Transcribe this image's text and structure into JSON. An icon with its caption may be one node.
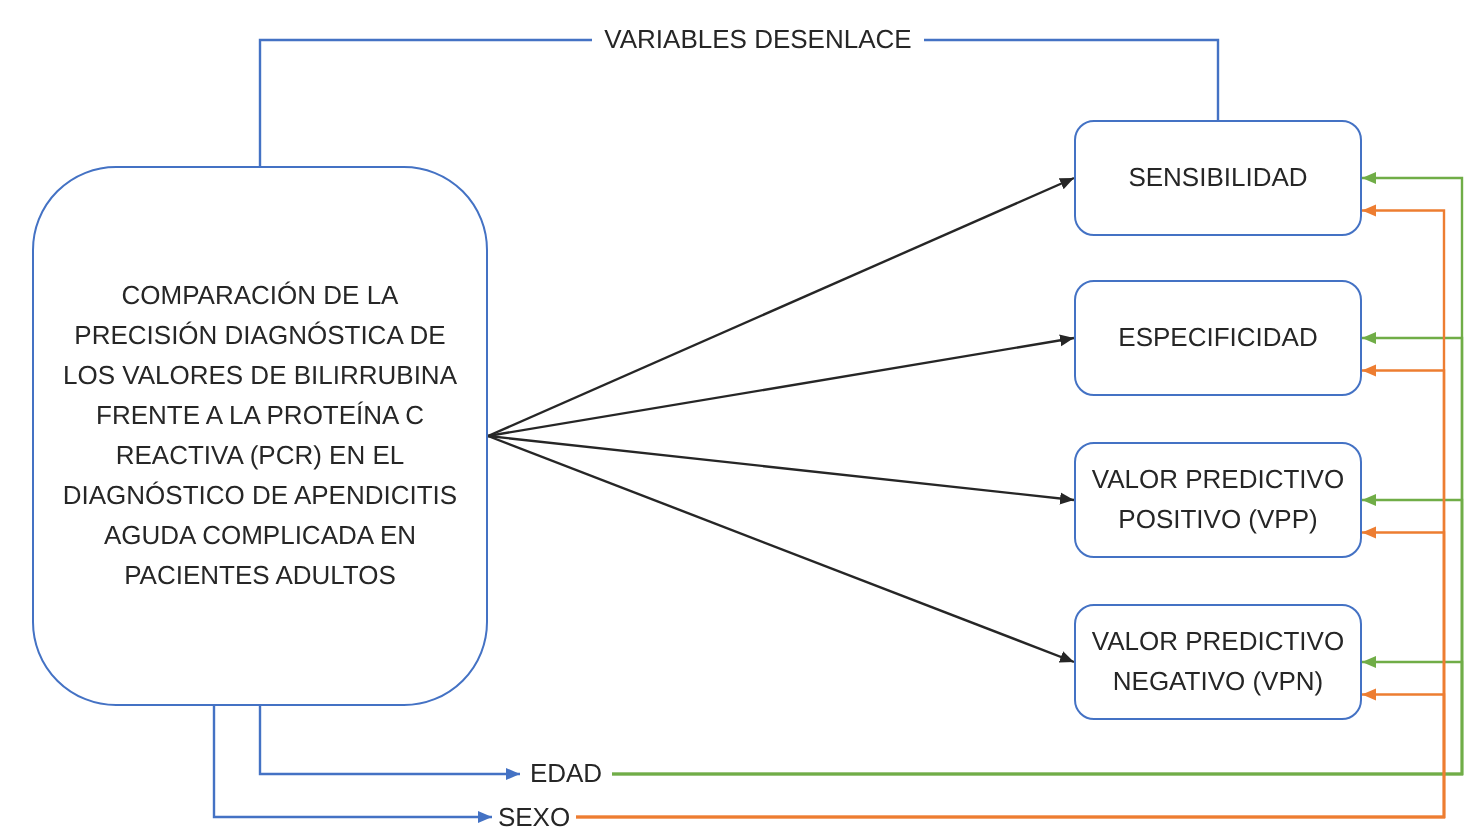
{
  "diagram": {
    "nodes": [
      {
        "text": [
          "COMPARACIÓN DE LA PRECISIÓN DIAGNÓSTICA DE LOS VALORES DE BILIRRUBINA FRENTE A LA PROTEÍNA C REACTIVA (PCR) EN EL DIAGNÓSTICO DE APENDICITIS AGUDA COMPLICADA EN PACIENTES ADULTOS"
        ]
      },
      {
        "text": [
          "SENSIBILIDAD"
        ]
      },
      {
        "text": [
          "ESPECIFICIDAD"
        ]
      },
      {
        "text": [
          "VALOR PREDICTIVO POSITIVO (VPP)"
        ]
      },
      {
        "text": [
          "VALOR PREDICTIVO NEGATIVO (VPN)"
        ]
      },
      {
        "text": [
          "VARIABLES DESENLACE"
        ]
      },
      {
        "text": [
          "EDAD"
        ]
      },
      {
        "text": [
          "SEXO"
        ]
      }
    ],
    "edges": [
      {
        "from": 0,
        "to": 1,
        "arrow": "to"
      },
      {
        "from": 0,
        "to": 2,
        "arrow": "to"
      },
      {
        "from": 0,
        "to": 3,
        "arrow": "to"
      },
      {
        "from": 0,
        "to": 4,
        "arrow": "to"
      },
      {
        "from": 0,
        "to": 5,
        "arrow": "none",
        "color": "#4472c4"
      },
      {
        "from": 5,
        "to": 1,
        "arrow": "none",
        "color": "#4472c4"
      },
      {
        "from": 0,
        "to": 6,
        "arrow": "to",
        "color": "#4472c4"
      },
      {
        "from": 0,
        "to": 7,
        "arrow": "to",
        "color": "#4472c4"
      },
      {
        "from": 6,
        "to": 1,
        "arrow": "to",
        "color": "#70ad47"
      },
      {
        "from": 6,
        "to": 2,
        "arrow": "to",
        "color": "#70ad47"
      },
      {
        "from": 6,
        "to": 3,
        "arrow": "to",
        "color": "#70ad47"
      },
      {
        "from": 6,
        "to": 4,
        "arrow": "to",
        "color": "#70ad47"
      },
      {
        "from": 7,
        "to": 1,
        "arrow": "to",
        "color": "#ed7d31"
      },
      {
        "from": 7,
        "to": 2,
        "arrow": "to",
        "color": "#ed7d31"
      },
      {
        "from": 7,
        "to": 3,
        "arrow": "to",
        "color": "#ed7d31"
      },
      {
        "from": 7,
        "to": 4,
        "arrow": "to",
        "color": "#ed7d31"
      }
    ]
  }
}
